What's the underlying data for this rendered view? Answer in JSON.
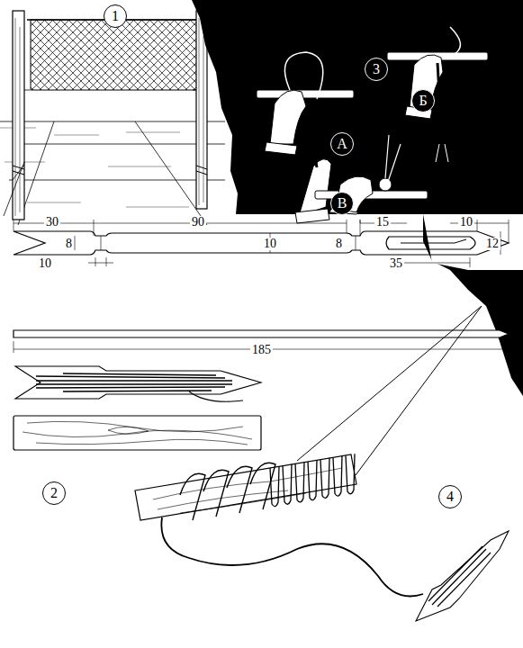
{
  "diagram": {
    "nodes": [
      {
        "text": [
          "1"
        ]
      },
      {
        "text": [
          "3"
        ]
      },
      {
        "text": [
          "Б"
        ]
      },
      {
        "text": [
          "А"
        ]
      },
      {
        "text": [
          "В"
        ]
      },
      {
        "text": [
          "2"
        ]
      },
      {
        "text": [
          "4"
        ]
      }
    ],
    "labels": [
      "30",
      "90",
      "15",
      "10",
      "8",
      "10",
      "8",
      "12",
      "10",
      "35",
      "185"
    ]
  }
}
